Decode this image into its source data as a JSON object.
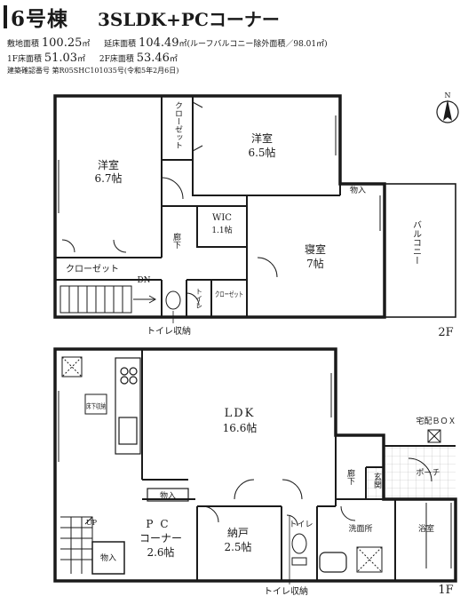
{
  "header": {
    "house": "6号棟",
    "plan_type": "3SLDK+PCコーナー",
    "site_area_label": "敷地面積",
    "site_area_value": "100.25",
    "site_area_unit": "㎡",
    "total_floor_label": "延床面積",
    "total_floor_value": "104.49",
    "total_floor_note": "㎡(ルーフバルコニー除外面積／98.01㎡)",
    "floor1_label": "1F床面積",
    "floor1_value": "51.03",
    "floor1_unit": "㎡",
    "floor2_label": "2F床面積",
    "floor2_value": "53.46",
    "floor2_unit": "㎡",
    "cert_label": "建築確認番号",
    "cert_value": "第R05SHC101035号(令和5年2月6日)"
  },
  "compass": {
    "north": "N"
  },
  "floor2": {
    "floor_label": "2F",
    "rooms": {
      "western_left_name": "洋室",
      "western_left_size": "6.7帖",
      "closet_top": "クローゼット",
      "western_right_name": "洋室",
      "western_right_size": "6.5帖",
      "storage": "物入",
      "wic_name": "WIC",
      "wic_size": "1.1帖",
      "hallway": "廊下",
      "bedroom_name": "寝室",
      "bedroom_size": "7帖",
      "balcony": "バルコニー",
      "closet_left": "クローゼット",
      "dn": "DN",
      "toilet": "トイレ",
      "closet_small": "クローゼット"
    },
    "callout": "トイレ収納"
  },
  "floor1": {
    "floor_label": "1F",
    "rooms": {
      "underfloor": "床下収納",
      "ldk_name": "LDK",
      "ldk_size": "16.6帖",
      "storage": "物入",
      "pc_name": "PC",
      "pc_name2": "コーナー",
      "pc_size": "2.6帖",
      "up": "UP",
      "storage2": "物入",
      "nando_name": "納戸",
      "nando_size": "2.5帖",
      "toilet": "トイレ",
      "hallway": "廊下",
      "entrance": "玄関",
      "porch": "ポーチ",
      "washroom": "洗面所",
      "bath": "浴室",
      "delivery_box": "宅配ＢＯＸ"
    },
    "callout": "トイレ収納"
  }
}
